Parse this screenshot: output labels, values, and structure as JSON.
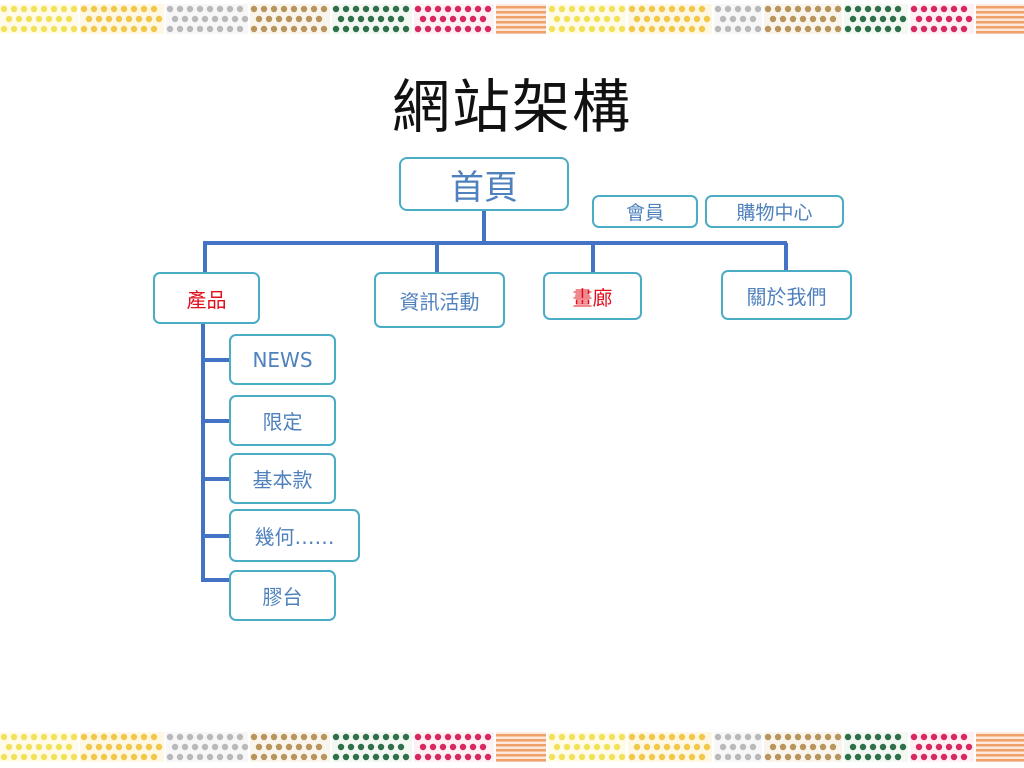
{
  "slide": {
    "title": "網站架構"
  },
  "diagram": {
    "home": "首頁",
    "member": "會員",
    "shopping": "購物中心",
    "products": "產品",
    "info": "資訊活動",
    "gallery": "畫廊",
    "about": "關於我們",
    "sub_items": [
      "NEWS",
      "限定",
      "基本款",
      "幾何……",
      "膠台"
    ]
  },
  "colors": {
    "node_border": "#4bacc6",
    "node_text": "#4f81bd",
    "highlight_text": "#e0101e",
    "connector": "#4472c4"
  }
}
